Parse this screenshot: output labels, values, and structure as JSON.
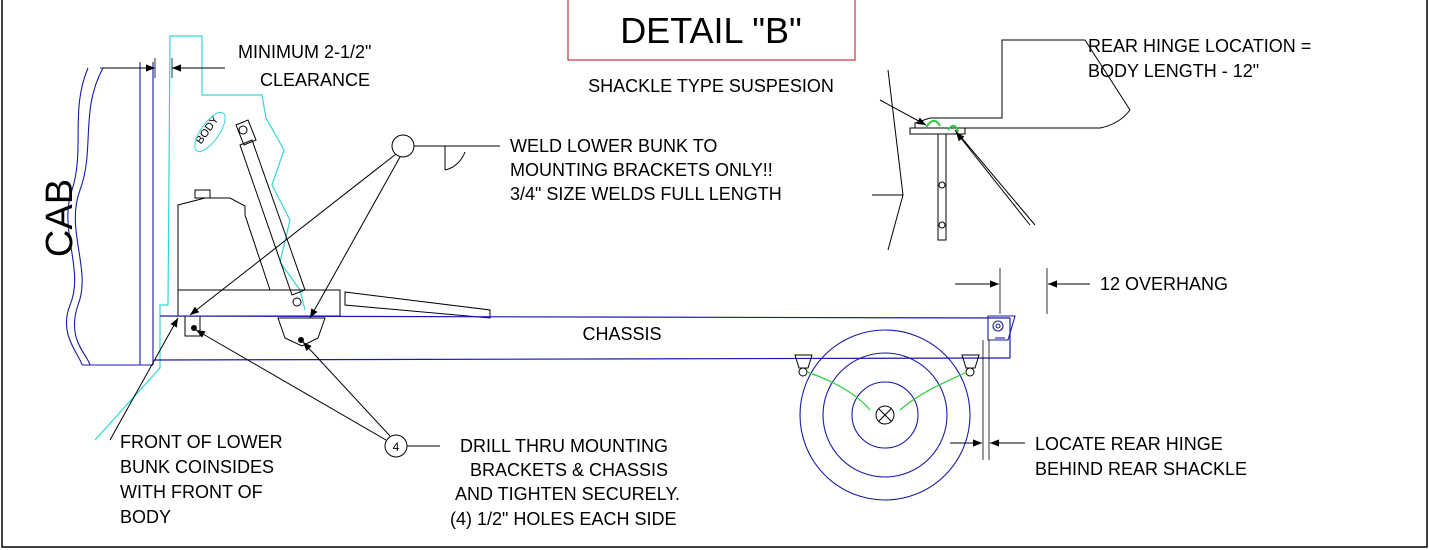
{
  "title": "DETAIL \"B\"",
  "subtitle": "SHACKLE TYPE SUSPESION",
  "cab": "CAB",
  "body_tag": "BODY",
  "clearance": [
    "MINIMUM 2-1/2\"",
    "CLEARANCE"
  ],
  "rear_hinge_location": [
    "REAR HINGE LOCATION =",
    "BODY LENGTH - 12\""
  ],
  "weld_note": [
    "WELD LOWER BUNK TO",
    "MOUNTING BRACKETS ONLY!!",
    "3/4\" SIZE WELDS FULL LENGTH"
  ],
  "overhang": "12 OVERHANG",
  "chassis": "CHASSIS",
  "front_note": [
    "FRONT OF LOWER",
    "BUNK COINSIDES",
    "WITH FRONT OF",
    "BODY"
  ],
  "balloon": "4",
  "drill_note": [
    "DRILL THRU MOUNTING",
    "BRACKETS & CHASSIS",
    "AND TIGHTEN SECURELY.",
    "(4) 1/2\" HOLES EACH SIDE"
  ],
  "locate_note": [
    "LOCATE REAR HINGE",
    "BEHIND REAR SHACKLE"
  ],
  "colors": {
    "line": "#000000",
    "blue": "#1a1aa8",
    "cyan": "#33d6d6",
    "title_box": "#c8323c",
    "weld": "#2ecc40"
  }
}
